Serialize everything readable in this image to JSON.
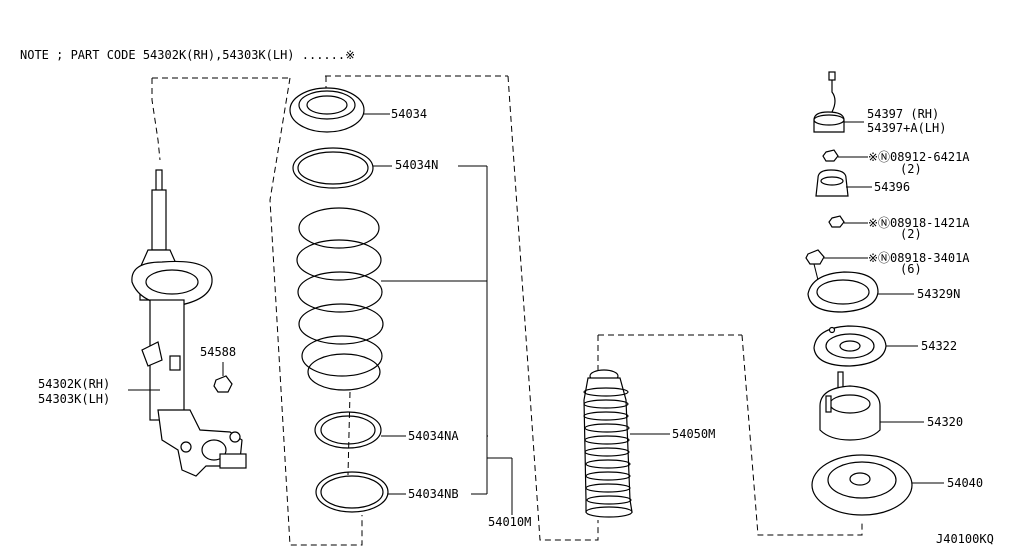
{
  "note": "NOTE ; PART CODE    54302K(RH),54303K(LH) ......※",
  "diagram_code": "J40100KQ",
  "parts": {
    "p54034": "54034",
    "p54034N": "54034N",
    "p54034NA": "54034NA",
    "p54034NB": "54034NB",
    "p54010M": "54010M",
    "p54050M": "54050M",
    "p54588": "54588",
    "strut_rh": "54302K(RH)",
    "strut_lh": "54303K(LH)",
    "p54397_rh": "54397   (RH)",
    "p54397_lh": "54397+A(LH)",
    "nut1": "※Ⓝ08912-6421A",
    "nut1_qty": "(2)",
    "p54396": "54396",
    "nut2": "※Ⓝ08918-1421A",
    "nut2_qty": "(2)",
    "nut3": "※Ⓝ08918-3401A",
    "nut3_qty": "(6)",
    "p54329N": "54329N",
    "p54322": "54322",
    "p54320": "54320",
    "p54040": "54040"
  }
}
